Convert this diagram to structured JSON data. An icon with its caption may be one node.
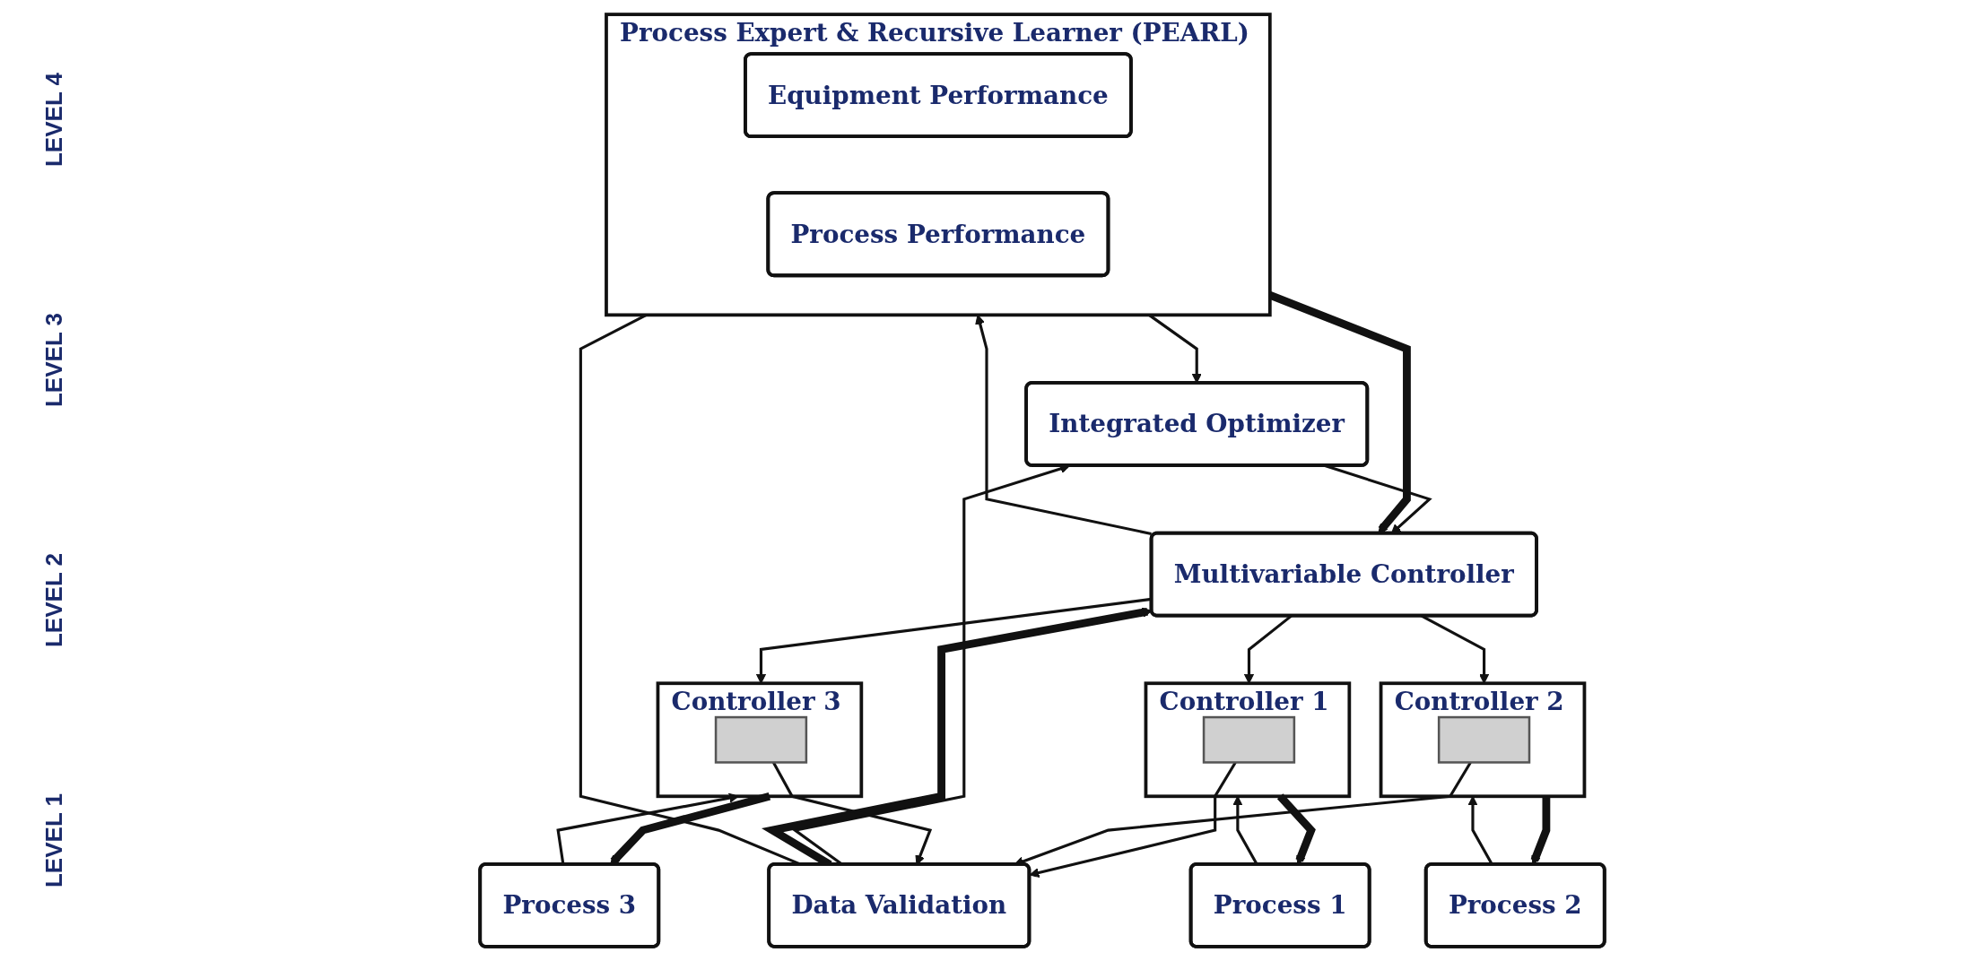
{
  "diagram": {
    "nodes": [
      {
        "text": [
          "Process Expert & Recursive Learner (PEARL)"
        ]
      },
      {
        "text": [
          "Equipment Performance"
        ],
        "in": 0
      },
      {
        "text": [
          "Process Performance"
        ],
        "in": 0
      },
      {
        "text": [
          "Data Validation"
        ]
      },
      {
        "text": [
          "Integrated Optimizer"
        ]
      },
      {
        "text": [
          "Multivariable Controller"
        ]
      },
      {
        "text": [
          "Controller 1"
        ]
      },
      {
        "text": [],
        "shape": "box",
        "in": 6
      },
      {
        "text": [
          "Controller 2"
        ]
      },
      {
        "text": [],
        "shape": "box",
        "in": 8
      },
      {
        "text": [
          "Controller 3"
        ]
      },
      {
        "text": [],
        "shape": "box",
        "in": 10
      },
      {
        "text": [
          "Process 1"
        ]
      },
      {
        "text": [
          "Process 2"
        ]
      },
      {
        "text": [
          "Process 3"
        ]
      }
    ],
    "edges": [
      {
        "from": 3,
        "to": 0,
        "arrow": "to"
      },
      {
        "from": 0,
        "to": 4,
        "arrow": "to"
      },
      {
        "from": 5,
        "to": 0,
        "arrow": "to"
      },
      {
        "from": 0,
        "to": 5,
        "arrow": "to",
        "style": "thick"
      },
      {
        "from": 3,
        "to": 4,
        "arrow": "to"
      },
      {
        "from": 4,
        "to": 5,
        "arrow": "to"
      },
      {
        "from": 3,
        "to": 5,
        "arrow": "to",
        "style": "thick"
      },
      {
        "from": 7,
        "to": 3,
        "arrow": "to"
      },
      {
        "from": 9,
        "to": 3,
        "arrow": "to"
      },
      {
        "from": 11,
        "to": 3,
        "arrow": "to"
      },
      {
        "from": 12,
        "to": 6,
        "arrow": "to"
      },
      {
        "from": 6,
        "to": 12,
        "arrow": "to",
        "style": "thick"
      },
      {
        "from": 13,
        "to": 8,
        "arrow": "to"
      },
      {
        "from": 8,
        "to": 13,
        "arrow": "to",
        "style": "thick"
      },
      {
        "from": 14,
        "to": 10,
        "arrow": "to"
      },
      {
        "from": 10,
        "to": 14,
        "arrow": "to",
        "style": "thick"
      },
      {
        "from": 5,
        "to": 10,
        "arrow": "to"
      },
      {
        "from": 5,
        "to": 6,
        "arrow": "to"
      },
      {
        "from": 5,
        "to": 8,
        "arrow": "to"
      }
    ],
    "labels": [
      "LEVEL 4",
      "LEVEL 3",
      "LEVEL 2",
      "LEVEL 1"
    ]
  }
}
